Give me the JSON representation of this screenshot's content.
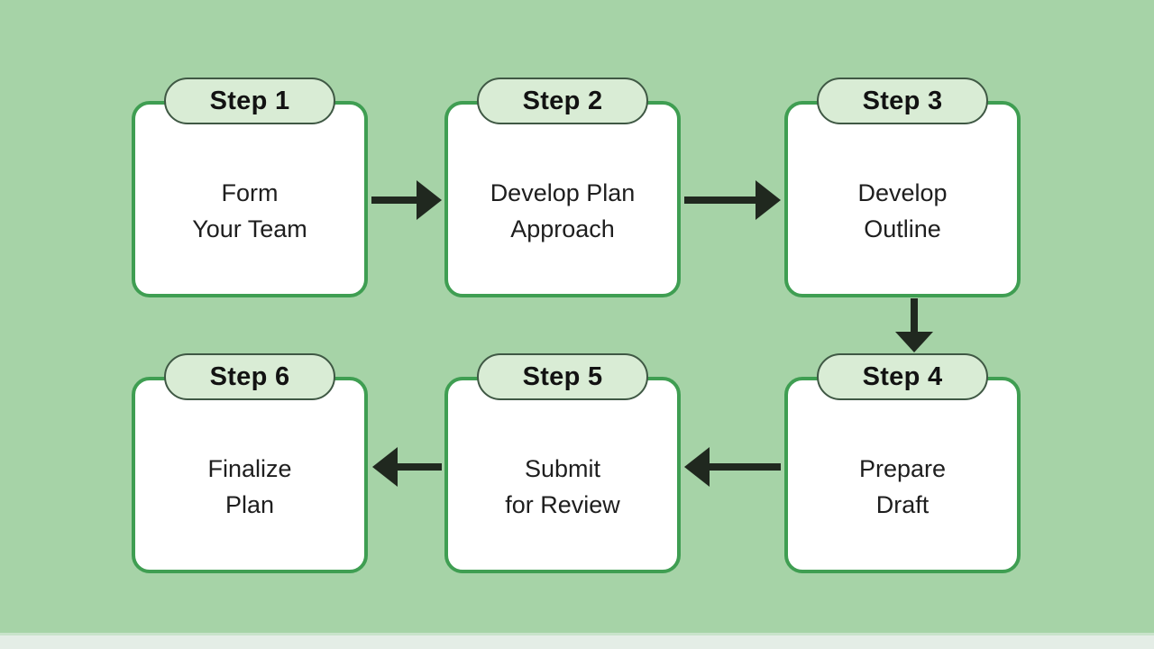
{
  "colors": {
    "bg": "#a6d3a7",
    "card_fill": "#ffffff",
    "card_border": "#3f9e52",
    "pill_fill": "#d9ecd5",
    "pill_border": "#3f5844",
    "arrow": "#20281f",
    "badge_text": "#121212",
    "body_text": "#1e1e1e",
    "footer_strip": "#e4ede6",
    "footer_strip_border": "#c9e3cb"
  },
  "steps": [
    {
      "badge": "Step 1",
      "lines": [
        "Form",
        "Your Team"
      ]
    },
    {
      "badge": "Step 2",
      "lines": [
        "Develop Plan",
        "Approach"
      ]
    },
    {
      "badge": "Step 3",
      "lines": [
        "Develop",
        "Outline"
      ]
    },
    {
      "badge": "Step 4",
      "lines": [
        "Prepare",
        "Draft"
      ]
    },
    {
      "badge": "Step 5",
      "lines": [
        "Submit",
        "for Review"
      ]
    },
    {
      "badge": "Step 6",
      "lines": [
        "Finalize",
        "Plan"
      ]
    }
  ],
  "flow": {
    "arrows": [
      {
        "from": "Step 1",
        "to": "Step 2",
        "direction": "right"
      },
      {
        "from": "Step 2",
        "to": "Step 3",
        "direction": "right"
      },
      {
        "from": "Step 3",
        "to": "Step 4",
        "direction": "down"
      },
      {
        "from": "Step 4",
        "to": "Step 5",
        "direction": "left"
      },
      {
        "from": "Step 5",
        "to": "Step 6",
        "direction": "left"
      }
    ]
  }
}
